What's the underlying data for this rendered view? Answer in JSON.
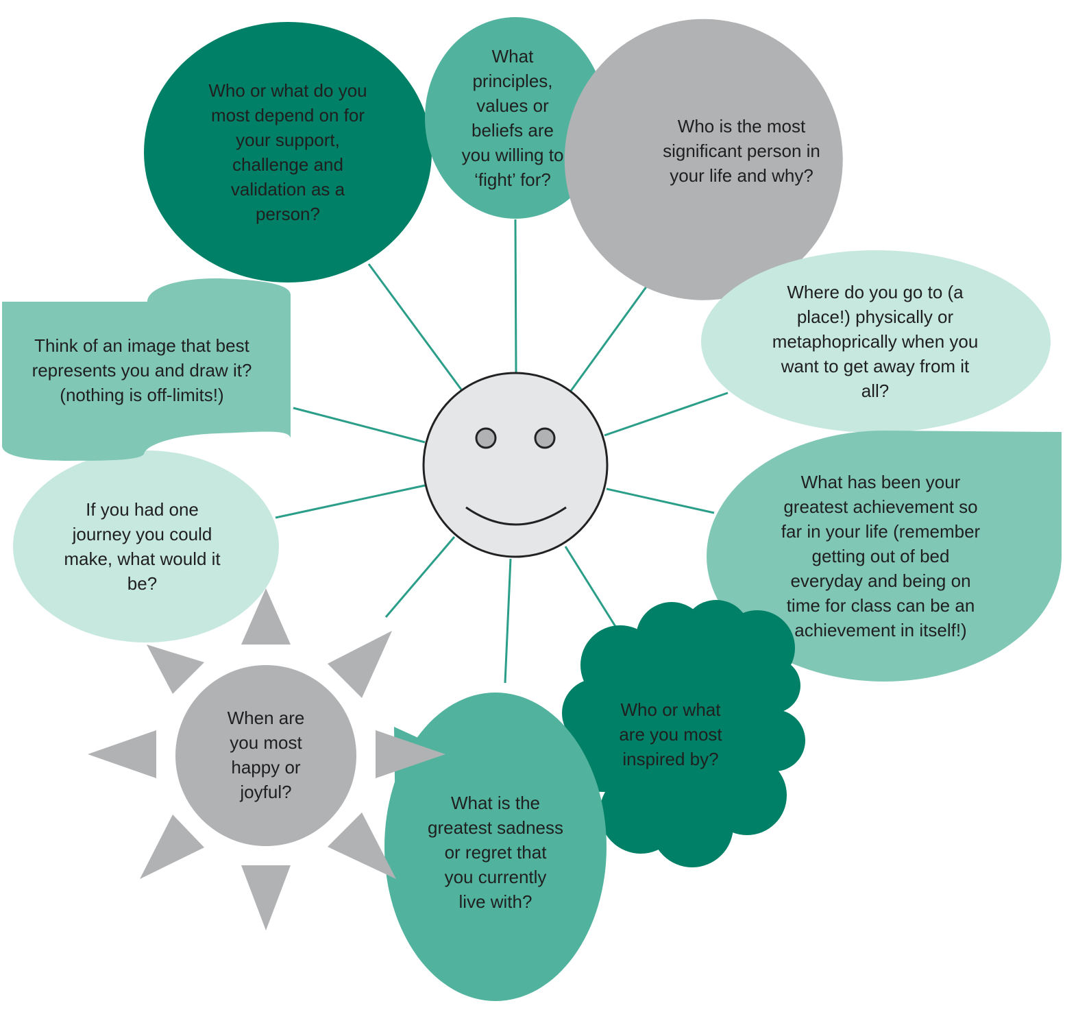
{
  "colors": {
    "dark_green": "#008066",
    "mid_green": "#51b39e",
    "light_green": "#80c7b6",
    "pale_green": "#c7e8df",
    "grey": "#b1b2b4",
    "face": "#e5e6e8",
    "spoke": "#2a9e88",
    "outline": "#222222"
  },
  "center": {
    "icon": "smiley-face-icon"
  },
  "prompts": {
    "support": "Who or what do you\nmost depend on for\nyour support,\nchallenge and\nvalidation as a\nperson?",
    "principles": "What\nprinciples,\nvalues or\nbeliefs are\nyou willing to\n‘fight’ for?",
    "significant_person": "Who is the most\nsignificant person in\nyour life and why?",
    "getaway": "Where do you go to (a\nplace!) physically or\nmetaphoprically when you\nwant to get away from it\nall?",
    "achievement": "What has been your\ngreatest achievement so\nfar in your life (remember\ngetting out of bed\neveryday and being on\ntime for class can be an\nachievement in itself!)",
    "inspired": "Who or what\nare you most\ninspired by?",
    "sadness": "What is the\ngreatest sadness\nor regret that\nyou currently\nlive with?",
    "happy": "When are\nyou most\nhappy or\njoyful?",
    "journey": "If you had one\njourney you could\nmake, what would it\nbe?",
    "image": "Think of an image that best\nrepresents you and draw it?\n(nothing  is off-limits!)"
  }
}
